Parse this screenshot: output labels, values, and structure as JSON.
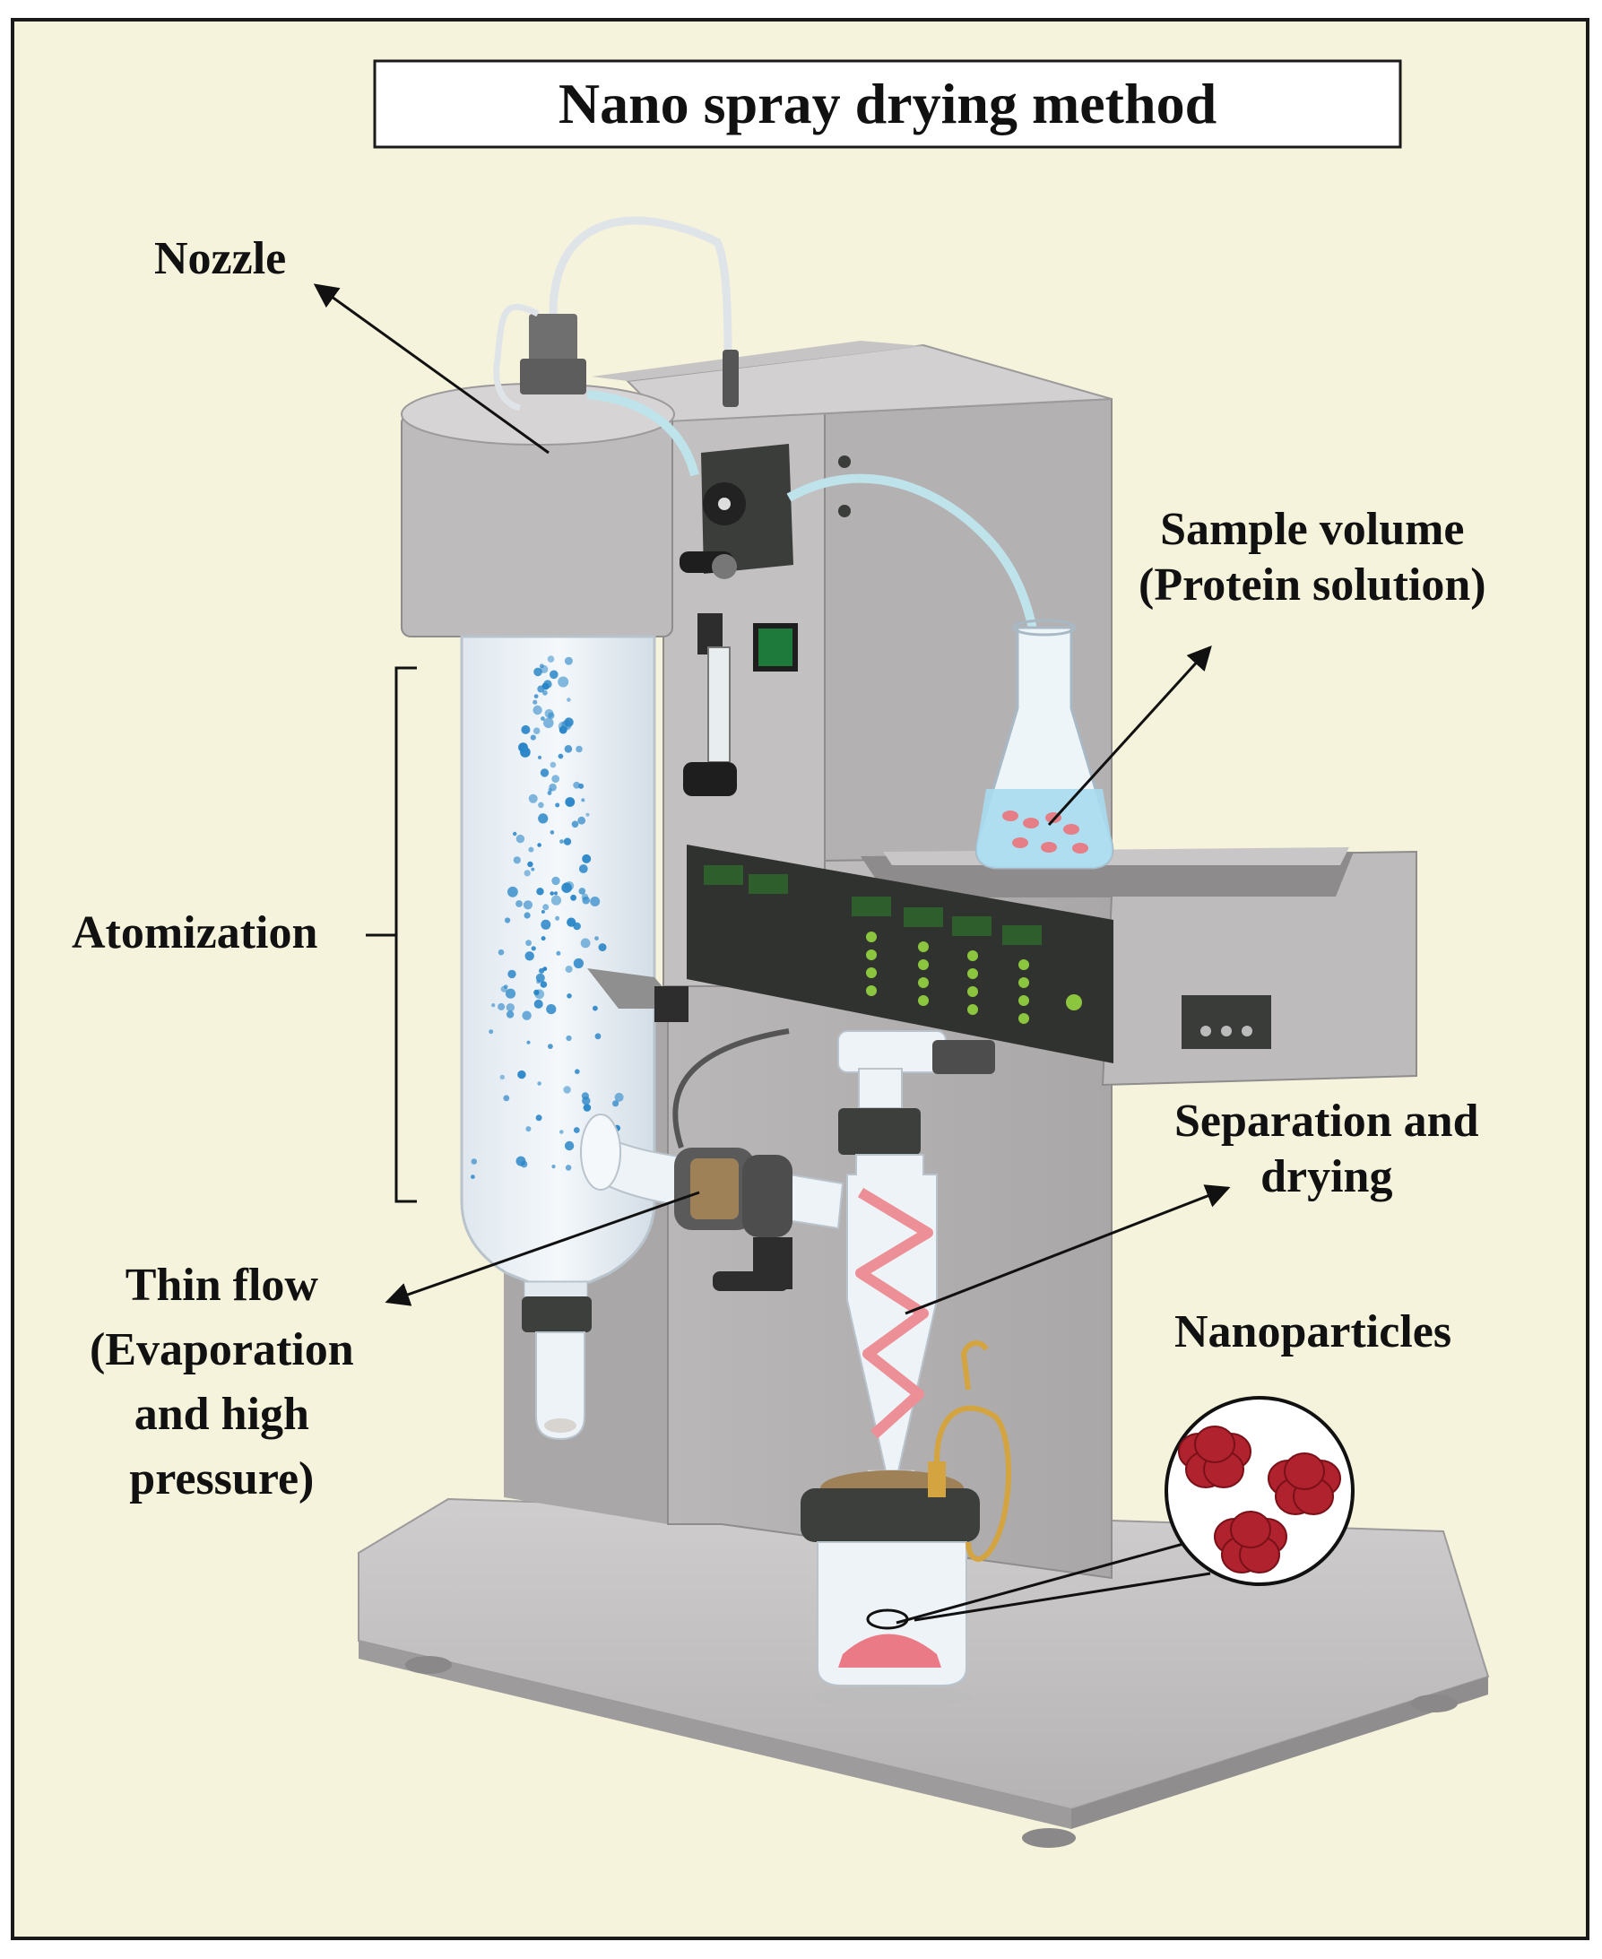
{
  "title": "Nano spray drying method",
  "labels": {
    "nozzle": "Nozzle",
    "sample_volume": [
      "Sample volume",
      "(Protein solution)"
    ],
    "atomization": "Atomization",
    "separation": [
      "Separation and",
      "drying"
    ],
    "thin_flow": [
      "Thin flow",
      "(Evaporation",
      "and high",
      "pressure)"
    ],
    "nanoparticles": "Nanoparticles"
  },
  "colors": {
    "background": "#f5f3dc",
    "frame_border": "#1a1a1a",
    "device_gray": "#b8b6b6",
    "device_dark": "#3b3d3b",
    "display_green": "#2e5e2c",
    "indicator_green": "#8cc63f",
    "glass": "#e6eef4",
    "droplet_blue": "#2a86c8",
    "protein_pink": "#e57e86",
    "nanoparticle_red": "#b0222e",
    "tubing": "#bfe3ea",
    "wire_gold": "#d4a441"
  }
}
